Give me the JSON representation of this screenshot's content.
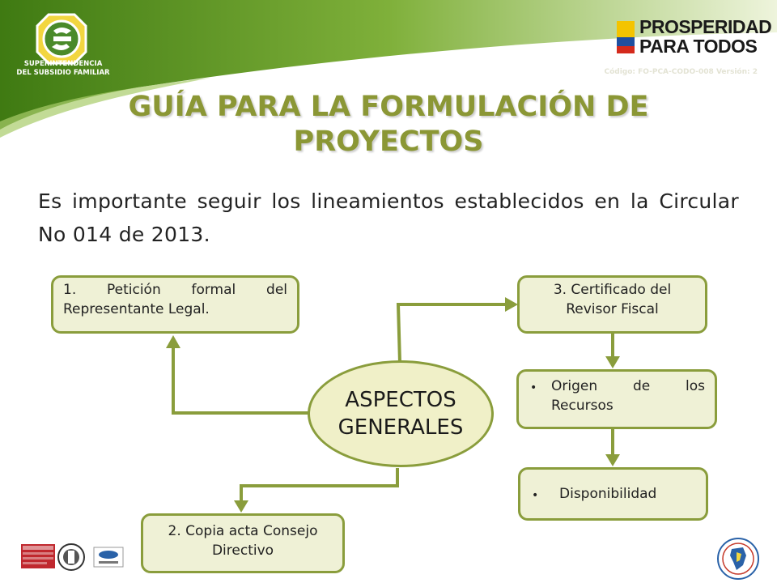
{
  "header": {
    "org_logo_text": "SUPERINTENDENCIA DEL SUBSIDIO FAMILIAR",
    "gov_logo_line1": "PROSPERIDAD",
    "gov_logo_line2": "PARA TODOS",
    "document_code": "Código: FO-PCA-CODO-008 Versión: 2"
  },
  "title": "GUÍA PARA LA FORMULACIÓN DE PROYECTOS",
  "intro_text": "Es importante seguir los lineamientos establecidos en la Circular No 014 de 2013.",
  "diagram": {
    "center": "ASPECTOS GENERALES",
    "box1": "1. Petición formal del Representante Legal.",
    "box2": "2. Copia acta Consejo Directivo",
    "box3": "3. Certificado del Revisor Fiscal",
    "box4": "Origen de los Recursos",
    "box5": "Disponibilidad",
    "bullet": "•"
  },
  "colors": {
    "accent_green": "#8a9d3c",
    "title_green": "#8b9735",
    "box_fill": "#eff1d6",
    "ellipse_fill": "#f0f0c8",
    "header_green": "#5a8a1a"
  },
  "footer": {
    "cert_logos": [
      "iso-9001-certification-logo",
      "bureau-veritas-logo",
      "onac-logo"
    ],
    "right_logo": "colombia-seal-logo"
  }
}
